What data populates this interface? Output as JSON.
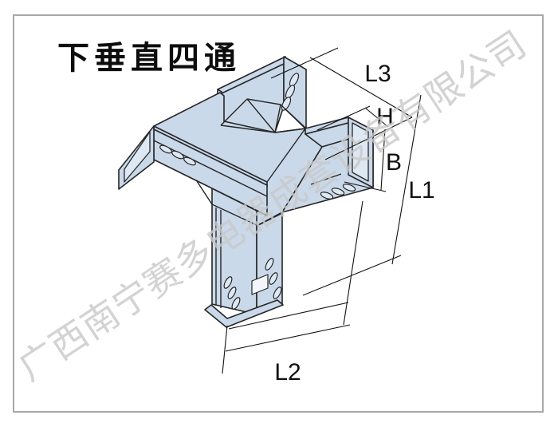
{
  "title": {
    "text": "下垂直四通"
  },
  "watermark": {
    "text": "广西南宁赛多电器成套设备有限公司",
    "angle_deg": -33.5,
    "color": "#c9c9c9"
  },
  "frame": {
    "border_color": "#a8a8a8",
    "background": "#ffffff"
  },
  "drawing": {
    "kind": "isometric technical line drawing",
    "subject": "cable tray vertical-drop four-way (down vertical cross) fitting",
    "tray_fill": "#c9d9ea",
    "tray_inner_fill": "#dde8f3",
    "outline_color": "#262626",
    "dimension_line_color": "#111111",
    "parts": [
      "back-branch-channel",
      "left-branch-channel",
      "right-branch-channel",
      "vertical-drop-channel",
      "perforation-slots",
      "transition-gussets"
    ],
    "dimensions": {
      "l3": "L3",
      "h": "H",
      "b": "B",
      "l1": "L1",
      "l2": "L2"
    }
  }
}
